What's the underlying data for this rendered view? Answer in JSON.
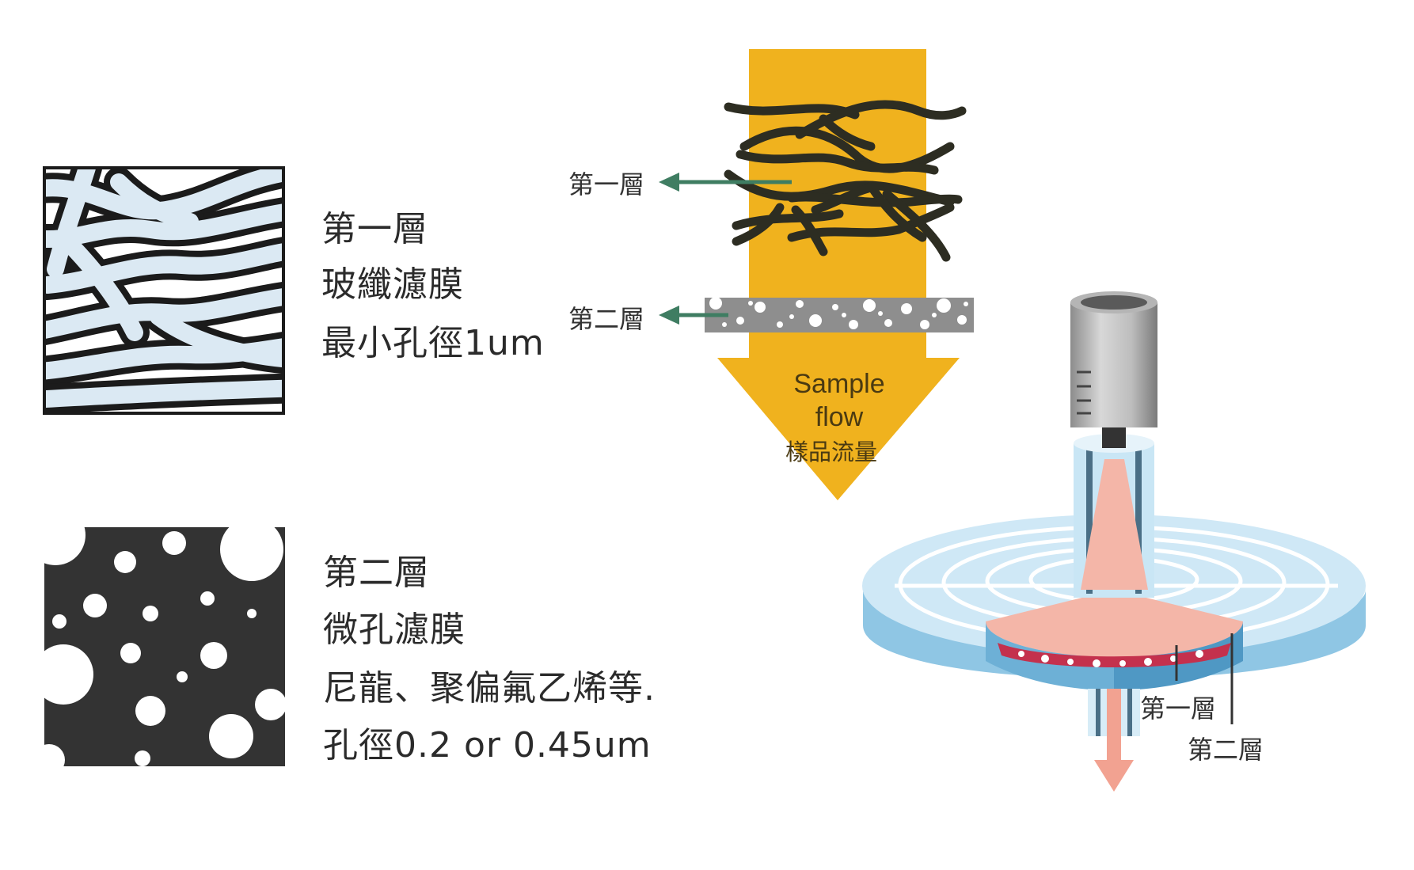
{
  "layer1": {
    "title": "第一層",
    "material": "玻纖濾膜",
    "pore": "最小孔徑1um"
  },
  "layer2": {
    "title": "第二層",
    "material": "微孔濾膜",
    "examples": "尼龍、聚偏氟乙烯等.",
    "pore": "孔徑0.2 or 0.45um"
  },
  "flow_diagram": {
    "layer1_label": "第一層",
    "layer2_label": "第二層",
    "flow_en_line1": "Sample",
    "flow_en_line2": "flow",
    "flow_zh": "樣品流量"
  },
  "filter_illustration": {
    "layer1_label": "第一層",
    "layer2_label": "第二層"
  },
  "colors": {
    "arrow": "#f0b21e",
    "fiber_fill": "#dbe9f3",
    "membrane_dark": "#333333",
    "filter_blue": "#bfe0f2",
    "filter_pink": "#f4b6a8",
    "label_arrow": "#3f7d62"
  }
}
